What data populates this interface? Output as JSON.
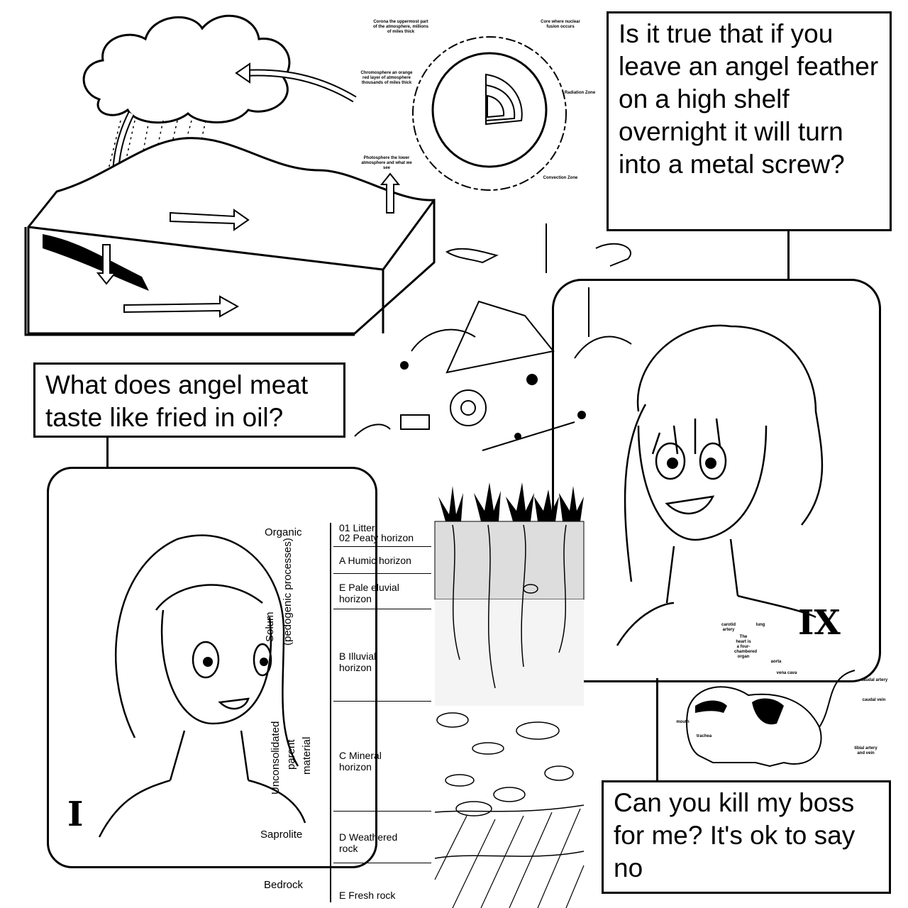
{
  "speech_bubbles": {
    "angel_feather": "Is it true that if you leave an angel feather on a high shelf overnight it will turn into a metal screw?",
    "angel_meat": "What does angel meat taste like fried in oil?",
    "kill_boss": "Can you kill my boss for me? It's ok to say no"
  },
  "panel_numerals": {
    "left": "I",
    "right": "IX"
  },
  "sun_diagram": {
    "corona": "Corona the uppermost part of the atmosphere, millions of miles thick",
    "chromosphere": "Chromosphere an orange red layer of atmosphere thousands of miles thick",
    "photosphere": "Photosphere the lower atmosphere and what we see",
    "core": "Core where nuclear fusion occurs",
    "radiation_zone": "Radiation Zone",
    "convection_zone": "Convection Zone"
  },
  "frog_diagram": {
    "carotid_artery": "carotid artery",
    "lung": "lung",
    "heart": "The heart is a four-chambered organ",
    "aorta": "aorta",
    "vena_cava": "vena cava",
    "caudal_artery": "caudal artery",
    "caudal_vein": "caudal vein",
    "mouth": "mouth",
    "trachea": "trachea",
    "tibial": "tibial artery and vein"
  },
  "soil_profile": {
    "zones": {
      "organic": "Organic",
      "solum": "Solum",
      "pedogenic": "(pedogenic processes)",
      "unconsolidated": "Unconsolidated",
      "parent": "parent",
      "material": "material",
      "saprolite": "Saprolite",
      "bedrock": "Bedrock"
    },
    "horizons": [
      "01 Litter",
      "02 Peaty horizon",
      "A Humic horizon",
      "E Pale eluvial horizon",
      "B Illuvial horizon",
      "C Mineral horizon",
      "D Weathered rock",
      "E Fresh rock"
    ]
  }
}
